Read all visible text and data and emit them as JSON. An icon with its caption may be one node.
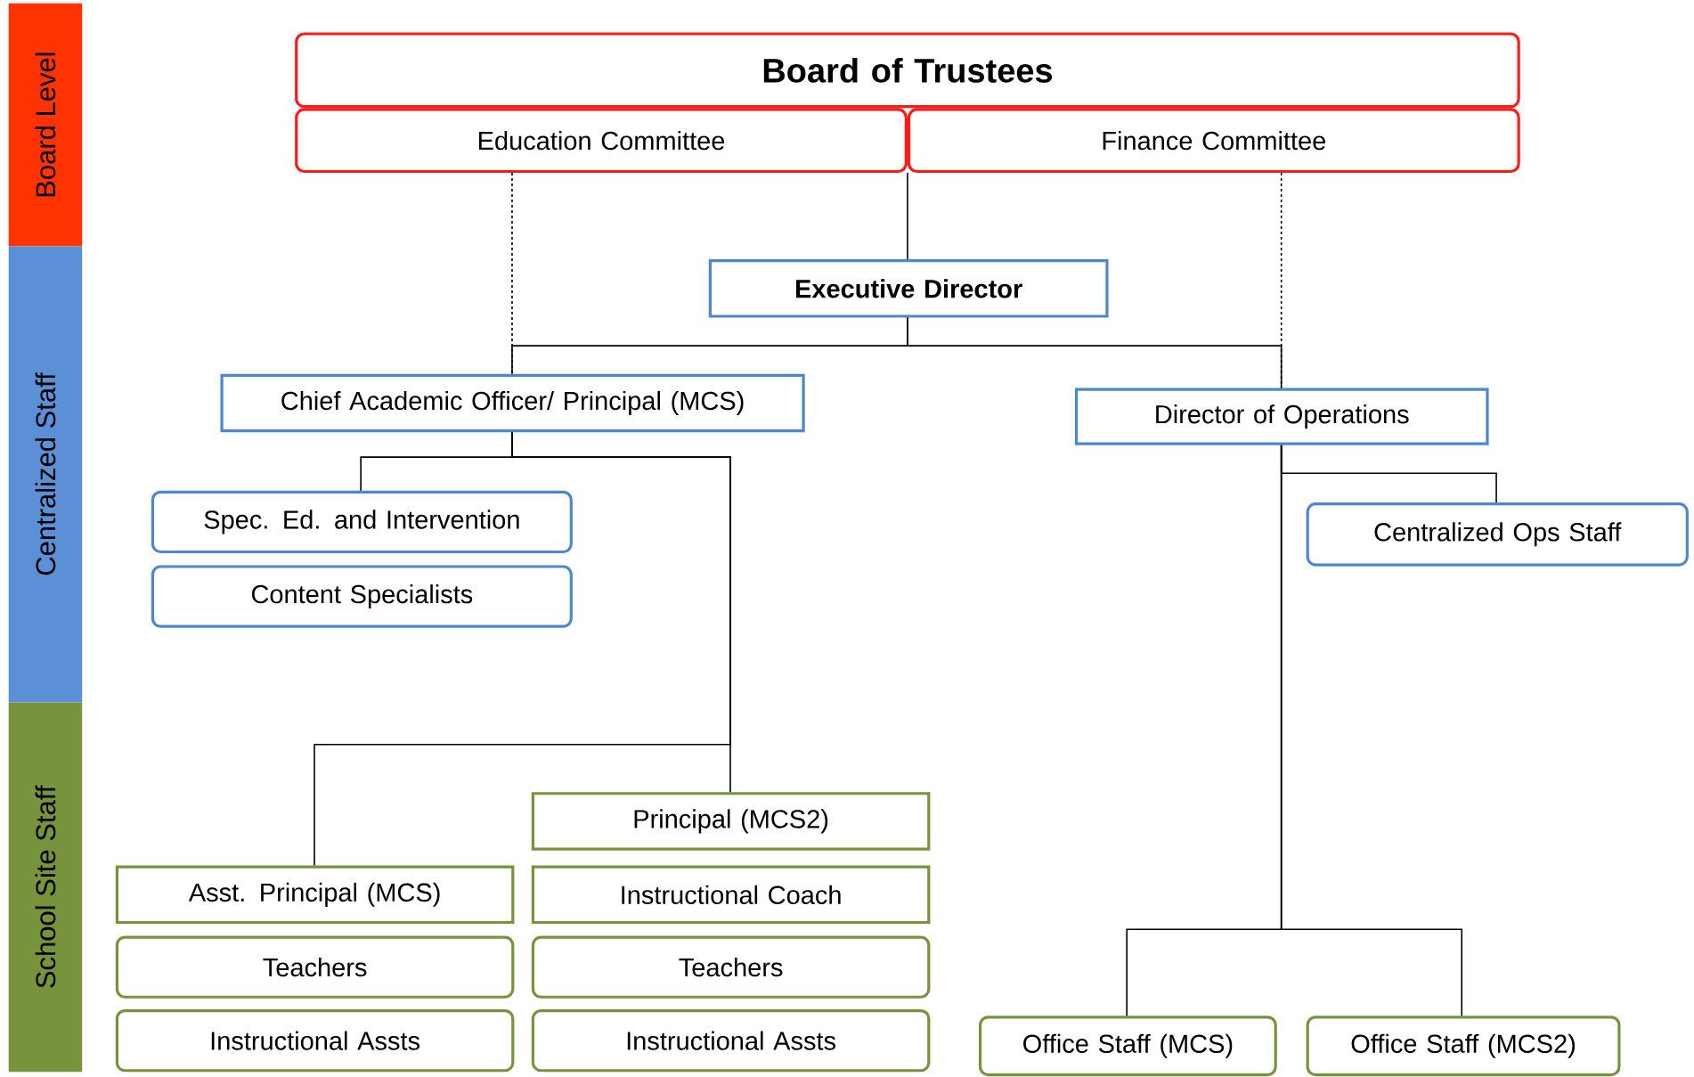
{
  "diagram": {
    "nodes": [
      {
        "text": [
          "Board Level"
        ]
      },
      {
        "text": [
          "Centralized Staff"
        ]
      },
      {
        "text": [
          "School Site Staff"
        ]
      },
      {
        "text": [
          "Board of Trustees"
        ]
      },
      {
        "text": [
          "Education Committee"
        ]
      },
      {
        "text": [
          "Finance Committee"
        ]
      },
      {
        "text": [
          "Executive Director"
        ]
      },
      {
        "text": [
          "Chief Academic Officer/ Principal (MCS)"
        ]
      },
      {
        "text": [
          "Director of Operations"
        ]
      },
      {
        "text": [
          "Spec. Ed. and Intervention"
        ]
      },
      {
        "text": [
          "Content Specialists"
        ]
      },
      {
        "text": [
          "Centralized Ops Staff"
        ]
      },
      {
        "text": [
          "Principal (MCS2)"
        ]
      },
      {
        "text": [
          "Asst. Principal (MCS)"
        ]
      },
      {
        "text": [
          "Instructional Coach"
        ]
      },
      {
        "text": [
          "Teachers"
        ]
      },
      {
        "text": [
          "Teachers"
        ]
      },
      {
        "text": [
          "Instructional Assts"
        ]
      },
      {
        "text": [
          "Instructional Assts"
        ]
      },
      {
        "text": [
          "Office Staff (MCS)"
        ]
      },
      {
        "text": [
          "Office Staff (MCS2)"
        ]
      }
    ],
    "edges": [
      {
        "from": 4,
        "to": 6,
        "arrow": "none"
      },
      {
        "from": 5,
        "to": 6,
        "arrow": "none"
      },
      {
        "from": 4,
        "to": 7,
        "arrow": "none",
        "style": "dashed"
      },
      {
        "from": 5,
        "to": 8,
        "arrow": "none",
        "style": "dashed"
      },
      {
        "from": 6,
        "to": 7,
        "arrow": "none"
      },
      {
        "from": 6,
        "to": 8,
        "arrow": "none"
      },
      {
        "from": 7,
        "to": 9,
        "arrow": "none"
      },
      {
        "from": 7,
        "to": 12,
        "arrow": "none"
      },
      {
        "from": 7,
        "to": 13,
        "arrow": "none"
      },
      {
        "from": 8,
        "to": 11,
        "arrow": "none"
      },
      {
        "from": 8,
        "to": 19,
        "arrow": "none"
      },
      {
        "from": 8,
        "to": 20,
        "arrow": "none"
      }
    ]
  }
}
